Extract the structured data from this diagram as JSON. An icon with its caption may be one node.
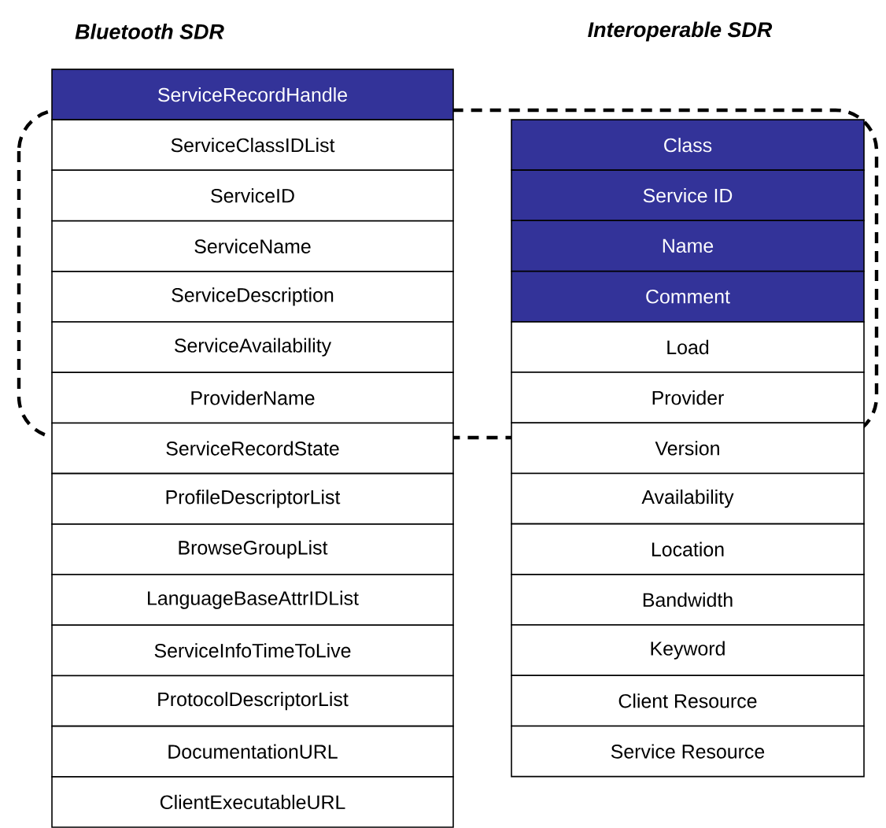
{
  "diagram": {
    "nodes": [
      {
        "text": [
          "ServiceRecordHandle"
        ]
      },
      {
        "text": [
          "ServiceClassIDList"
        ]
      },
      {
        "text": [
          "ServiceID"
        ]
      },
      {
        "text": [
          "ServiceName"
        ]
      },
      {
        "text": [
          "ServiceDescription"
        ]
      },
      {
        "text": [
          "ServiceAvailability"
        ]
      },
      {
        "text": [
          "ProviderName"
        ]
      },
      {
        "text": [
          "ServiceRecordState"
        ]
      },
      {
        "text": [
          "ProfileDescriptorList"
        ]
      },
      {
        "text": [
          "BrowseGroupList"
        ]
      },
      {
        "text": [
          "LanguageBaseAttrIDList"
        ]
      },
      {
        "text": [
          "ServiceInfoTimeToLive"
        ]
      },
      {
        "text": [
          "ProtocolDescriptorList"
        ]
      },
      {
        "text": [
          "DocumentationURL"
        ]
      },
      {
        "text": [
          "ClientExecutableURL"
        ]
      },
      {
        "text": [
          "Class"
        ]
      },
      {
        "text": [
          "Service ID"
        ]
      },
      {
        "text": [
          "Name"
        ]
      },
      {
        "text": [
          "Comment"
        ]
      },
      {
        "text": [
          "Load"
        ]
      },
      {
        "text": [
          "Provider"
        ]
      },
      {
        "text": [
          "Version"
        ]
      },
      {
        "text": [
          "Availability"
        ]
      },
      {
        "text": [
          "Location"
        ]
      },
      {
        "text": [
          "Bandwidth"
        ]
      },
      {
        "text": [
          "Keyword"
        ]
      },
      {
        "text": [
          "Client Resource"
        ]
      },
      {
        "text": [
          "Service Resource"
        ]
      }
    ],
    "labels": [
      "Bluetooth SDR",
      "Interoperable SDR"
    ]
  }
}
